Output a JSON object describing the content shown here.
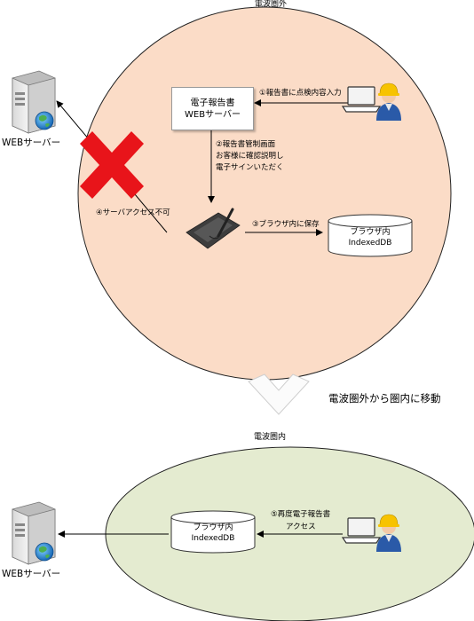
{
  "top_zone": {
    "title": "電波圏外",
    "server_label": "WEBサーバー",
    "report_server": {
      "line1": "電子報告書",
      "line2": "WEBサーバー"
    },
    "step1": "①報告書に点検内容入力",
    "step2": {
      "line1": "②報告書管制画面",
      "line2": "お客様に確認説明し",
      "line3": "電子サインいただく"
    },
    "step3": "③ブラウザ内に保存",
    "step_access_denied": "④サーバアクセス不可",
    "db": {
      "line1": "ブラウザ内",
      "line2": "IndexedDB"
    }
  },
  "transition": {
    "label": "電波圏外から圏内に移動"
  },
  "bottom_zone": {
    "title": "電波圏内",
    "server_label": "WEBサーバー",
    "step5": {
      "line1": "⑤再度電子報告書",
      "line2": "アクセス"
    },
    "db": {
      "line1": "ブラウザ内",
      "line2": "IndexedDB"
    }
  },
  "colors": {
    "outside_zone": "#fbdcc7",
    "inside_zone": "#e4ebd0",
    "denied_cross": "#e8141a",
    "arrow": "#000000"
  },
  "icons": [
    "server-icon",
    "laptop-icon",
    "worker-icon",
    "tablet-pen-icon",
    "cross-icon",
    "down-arrow-icon"
  ]
}
